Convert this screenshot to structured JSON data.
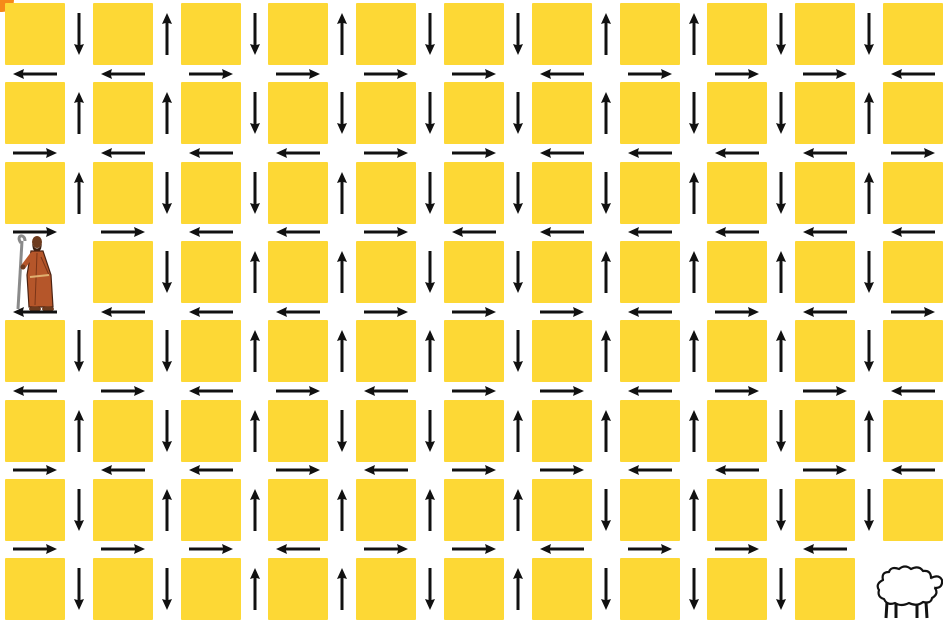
{
  "game": {
    "name": "arrow-maze",
    "rows": 8,
    "cols": 11,
    "tile_color": "#FDD835",
    "arrow_color": "#111111",
    "start_marker_color": "#F57C00",
    "shepherd": {
      "row": 3,
      "col": 0,
      "icon": "shepherd-icon"
    },
    "sheep": {
      "row": 7,
      "col": 10,
      "icon": "sheep-icon"
    },
    "vertical_arrows": [
      [
        "D",
        "U",
        "D",
        "U",
        "D",
        "D",
        "U",
        "U",
        "D",
        "D"
      ],
      [
        "U",
        "U",
        "D",
        "D",
        "D",
        "D",
        "U",
        "D",
        "D",
        "U"
      ],
      [
        "U",
        "D",
        "D",
        "U",
        "D",
        "D",
        "D",
        "U",
        "D",
        "U"
      ],
      [
        "",
        "D",
        "U",
        "U",
        "D",
        "D",
        "U",
        "U",
        "U",
        "D"
      ],
      [
        "D",
        "D",
        "U",
        "U",
        "U",
        "D",
        "U",
        "U",
        "U",
        "D"
      ],
      [
        "U",
        "D",
        "U",
        "D",
        "D",
        "U",
        "U",
        "U",
        "D",
        "U"
      ],
      [
        "D",
        "U",
        "U",
        "U",
        "U",
        "U",
        "D",
        "U",
        "D",
        "D"
      ],
      [
        "D",
        "D",
        "U",
        "U",
        "D",
        "U",
        "D",
        "D",
        "D",
        ""
      ]
    ],
    "horizontal_arrows": [
      [
        "L",
        "L",
        "R",
        "R",
        "R",
        "R",
        "L",
        "R",
        "R",
        "R",
        "L"
      ],
      [
        "R",
        "L",
        "L",
        "L",
        "R",
        "R",
        "L",
        "L",
        "L",
        "L",
        "R"
      ],
      [
        "R",
        "R",
        "L",
        "L",
        "R",
        "L",
        "L",
        "L",
        "L",
        "L",
        "L"
      ],
      [
        "L",
        "L",
        "L",
        "L",
        "R",
        "R",
        "R",
        "L",
        "R",
        "L",
        "R"
      ],
      [
        "L",
        "R",
        "L",
        "R",
        "L",
        "R",
        "R",
        "L",
        "R",
        "R",
        "L"
      ],
      [
        "R",
        "L",
        "L",
        "R",
        "L",
        "R",
        "R",
        "L",
        "L",
        "R",
        "L"
      ],
      [
        "R",
        "R",
        "R",
        "L",
        "R",
        "R",
        "L",
        "R",
        "R",
        "L",
        ""
      ]
    ]
  }
}
